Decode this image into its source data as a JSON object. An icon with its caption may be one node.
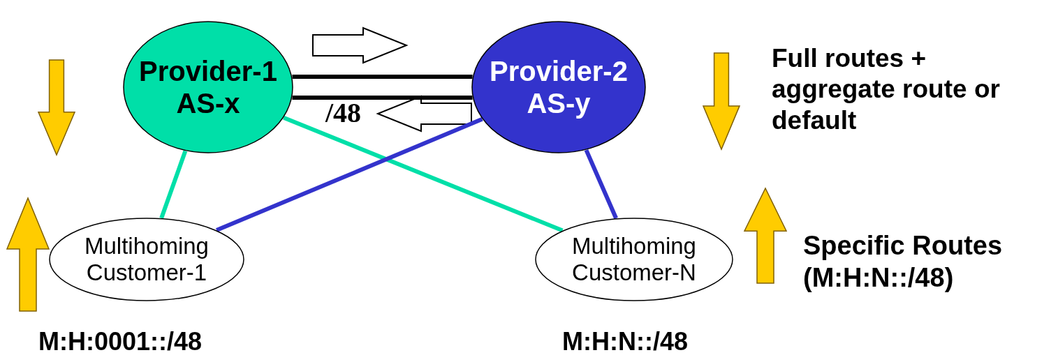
{
  "diagram": {
    "nodes": [
      {
        "text": [
          "Provider-1 AS-x"
        ]
      },
      {
        "text": [
          "Provider-2 AS-y"
        ]
      },
      {
        "text": [
          "Multihoming Customer-1"
        ],
        "beside": [
          "M:H:0001::/48"
        ]
      },
      {
        "text": [
          "Multihoming Customer-N"
        ],
        "beside": [
          "M:H:N::/48"
        ]
      }
    ],
    "edges": [
      {
        "from": 0,
        "to": 1,
        "arrow": "none",
        "color": "#000000"
      },
      {
        "from": 0,
        "to": 1,
        "arrow": "none",
        "color": "#000000"
      },
      {
        "from": 0,
        "to": 2,
        "arrow": "none",
        "color": "#00dfa8"
      },
      {
        "from": 0,
        "to": 3,
        "arrow": "none",
        "color": "#00dfa8"
      },
      {
        "from": 1,
        "to": 2,
        "arrow": "none",
        "color": "#3333cc"
      },
      {
        "from": 1,
        "to": 3,
        "arrow": "none",
        "color": "#3333cc"
      }
    ],
    "labels": [
      "/48",
      "Full routes + aggregate route or default",
      "Specific Routes (M:H:N::/48)"
    ]
  }
}
